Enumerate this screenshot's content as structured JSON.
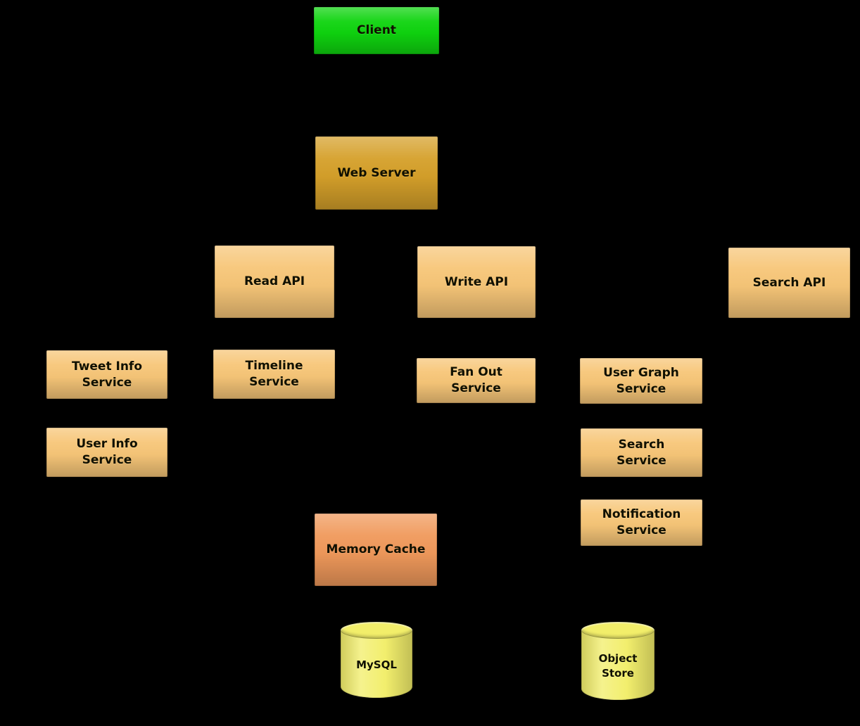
{
  "diagram": {
    "background_color": "#000000",
    "nodes": {
      "client": {
        "label": "Client",
        "shape": "box",
        "color": "#0fd40f"
      },
      "web_server": {
        "label": "Web Server",
        "shape": "box",
        "color": "#d5a02a"
      },
      "read_api": {
        "label": "Read API",
        "shape": "box",
        "color": "#f7c678"
      },
      "write_api": {
        "label": "Write API",
        "shape": "box",
        "color": "#f7c678"
      },
      "search_api": {
        "label": "Search API",
        "shape": "box",
        "color": "#f7c678"
      },
      "tweet_info_service": {
        "label": "Tweet Info\nService",
        "shape": "box",
        "color": "#f7c678"
      },
      "timeline_service": {
        "label": "Timeline\nService",
        "shape": "box",
        "color": "#f7c678"
      },
      "fan_out_service": {
        "label": "Fan Out\nService",
        "shape": "box",
        "color": "#f7c678"
      },
      "user_graph_service": {
        "label": "User Graph\nService",
        "shape": "box",
        "color": "#f7c678"
      },
      "user_info_service": {
        "label": "User Info\nService",
        "shape": "box",
        "color": "#f7c678"
      },
      "search_service": {
        "label": "Search\nService",
        "shape": "box",
        "color": "#f7c678"
      },
      "notification_service": {
        "label": "Notification\nService",
        "shape": "box",
        "color": "#f7c678"
      },
      "memory_cache": {
        "label": "Memory Cache",
        "shape": "box",
        "color": "#f0995b"
      },
      "mysql": {
        "label": "MySQL",
        "shape": "cylinder",
        "color": "#f2ee6a"
      },
      "object_store": {
        "label": "Object\nStore",
        "shape": "cylinder",
        "color": "#f2ee6a"
      }
    }
  }
}
